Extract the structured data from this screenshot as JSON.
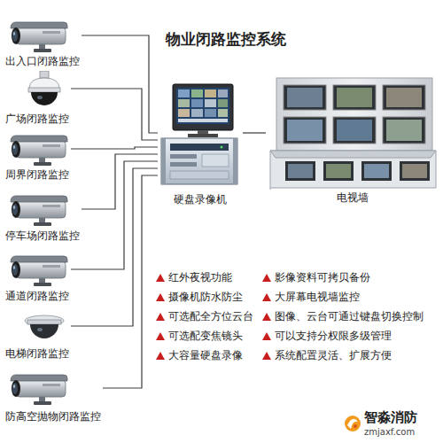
{
  "diagram": {
    "title": "物业闭路监控系统",
    "nodes": [
      {
        "text": [
          "出入口闭路监控"
        ]
      },
      {
        "text": [
          "广场闭路监控"
        ]
      },
      {
        "text": [
          "周界闭路监控"
        ]
      },
      {
        "text": [
          "停车场闭路监控"
        ]
      },
      {
        "text": [
          "通道闭路监控"
        ]
      },
      {
        "text": [
          "电梯闭路监控"
        ]
      },
      {
        "text": [
          "防高空抛物闭路监控"
        ]
      },
      {
        "text": [
          "硬盘录像机"
        ]
      },
      {
        "text": [
          "电视墙"
        ]
      }
    ],
    "edges": [
      {
        "from": 0,
        "to": 7,
        "arrow": "none"
      },
      {
        "from": 1,
        "to": 7,
        "arrow": "none"
      },
      {
        "from": 2,
        "to": 7,
        "arrow": "none"
      },
      {
        "from": 3,
        "to": 7,
        "arrow": "none"
      },
      {
        "from": 4,
        "to": 7,
        "arrow": "none"
      },
      {
        "from": 5,
        "to": 7,
        "arrow": "none"
      },
      {
        "from": 6,
        "to": 7,
        "arrow": "none"
      },
      {
        "from": 7,
        "to": 8,
        "arrow": "none"
      }
    ],
    "labels": [
      "红外夜视功能",
      "摄像机防水防尘",
      "可选配全方位云台",
      "可选配变焦镜头",
      "大容量硬盘录像",
      "影像资料可拷贝备份",
      "大屏幕电视墙监控",
      "图像、云台可通过键盘切换控制",
      "可以支持分权限多级管理",
      "系统配置灵活、扩展方便",
      "智淼消防",
      "zmjaxf.com"
    ]
  }
}
